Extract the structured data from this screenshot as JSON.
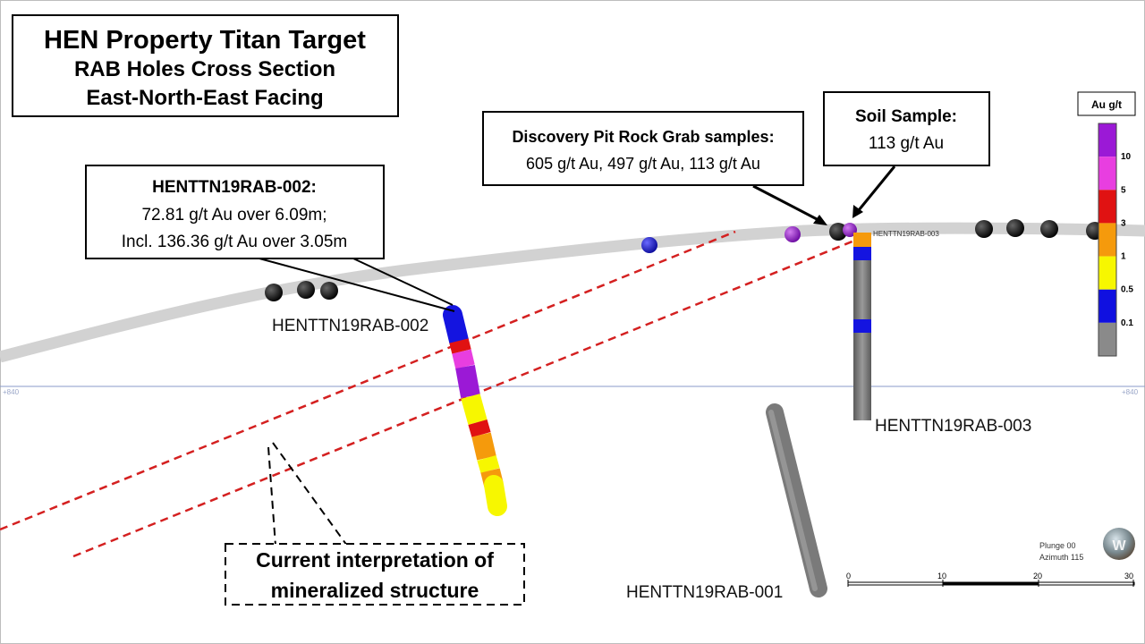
{
  "title_box": {
    "line1": "HEN Property Titan Target",
    "line2": "RAB Holes Cross Section",
    "line3": "East-North-East Facing"
  },
  "callout_002": {
    "title": "HENTTN19RAB-002:",
    "line1": "72.81 g/t Au over 6.09m;",
    "line2": "Incl. 136.36 g/t Au over 3.05m"
  },
  "callout_pit": {
    "title": "Discovery Pit Rock Grab samples:",
    "line1": "605 g/t Au, 497 g/t Au, 113 g/t Au"
  },
  "callout_soil": {
    "title": "Soil Sample:",
    "line1": "113 g/t Au"
  },
  "interpretation_box": {
    "line1": "Current interpretation of",
    "line2": "mineralized structure"
  },
  "holes": {
    "rab_001": "HENTTN19RAB-001",
    "rab_002": "HENTTN19RAB-002",
    "rab_003": "HENTTN19RAB-003",
    "rab_003_small": "HENTTN19RAB-003"
  },
  "elevation": {
    "left": "+840",
    "right": "+840"
  },
  "legend": {
    "title": "Au g/t",
    "ticks": [
      "10",
      "5",
      "3",
      "1",
      "0.5",
      "0.1"
    ],
    "colors": [
      "#9b19d6",
      "#e83ee0",
      "#e01212",
      "#f59a0c",
      "#f7f700",
      "#1010e0",
      "#8a8a8a"
    ]
  },
  "orientation": {
    "plunge": "Plunge 00",
    "azimuth": "Azimuth 115"
  },
  "scale_bar": {
    "labels": [
      "0",
      "10",
      "20",
      "30"
    ]
  },
  "colors": {
    "terrain": "#d0d0d0",
    "interpretation_line": "#d42020",
    "reference_line": "#8a9ac8",
    "barren_hole": "#8a8a8a"
  }
}
